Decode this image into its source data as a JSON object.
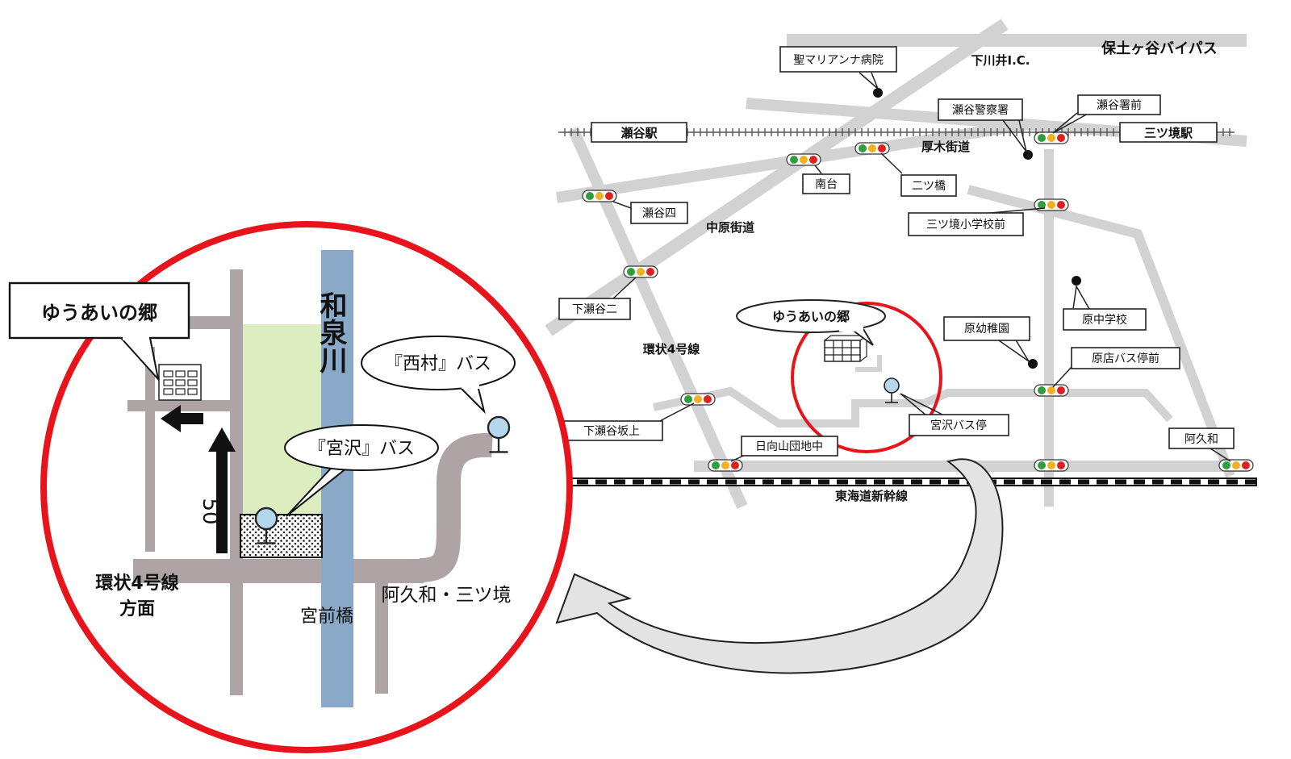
{
  "right_map": {
    "roads": {
      "bypass": "保土ヶ谷バイパス",
      "interchange": "下川井I.C.",
      "atsugi_kaido": "厚木街道",
      "nakahara_kaido": "中原街道",
      "kanjo4": "環状4号線",
      "shinkansen": "東海道新幹線"
    },
    "stations": {
      "seya": "瀬谷駅",
      "mitsukyo": "三ツ境駅"
    },
    "places": {
      "hospital": "聖マリアンナ病院",
      "police": "瀬谷警察署",
      "police_front": "瀬谷署前",
      "futatsubashi": "二ツ橋",
      "minamidai": "南台",
      "seya4": "瀬谷四",
      "mitsukyo_school": "三ツ境小学校前",
      "shimoseya2": "下瀬谷二",
      "yuai": "ゆうあいの郷",
      "kindergarten": "原幼稚園",
      "junior_high": "原中学校",
      "haraten_stop": "原店バス停前",
      "miyazawa_stop": "宮沢バス停",
      "shimoseya_sakaue": "下瀬谷坂上",
      "hinata_danchi": "日向山団地中",
      "akuwa": "阿久和"
    }
  },
  "detail_map": {
    "callout": "ゆうあいの郷",
    "river": "和泉川",
    "nishimura_bus": "『西村』バス",
    "miyazawa_bus": "『宮沢』バス",
    "distance": "50",
    "direction_line1": "環状4号線",
    "direction_line2": "方面",
    "bridge": "宮前橋",
    "destination": "阿久和・三ツ境"
  },
  "colors": {
    "circle_red": "#e8141c",
    "road_gray": "#d2d2d2",
    "road_detail": "#aea4a6",
    "river_blue": "#8aa8c8",
    "park_green": "#dcedc0",
    "bus_stop": "#b5d7ee",
    "signal_green": "#2e9e3e",
    "signal_yellow": "#f0b020",
    "signal_red": "#e02020"
  },
  "icons": [
    "building-icon",
    "bus-stop-icon",
    "traffic-signal-icon",
    "left-arrow-icon",
    "up-arrow-icon",
    "curved-arrow-icon"
  ]
}
